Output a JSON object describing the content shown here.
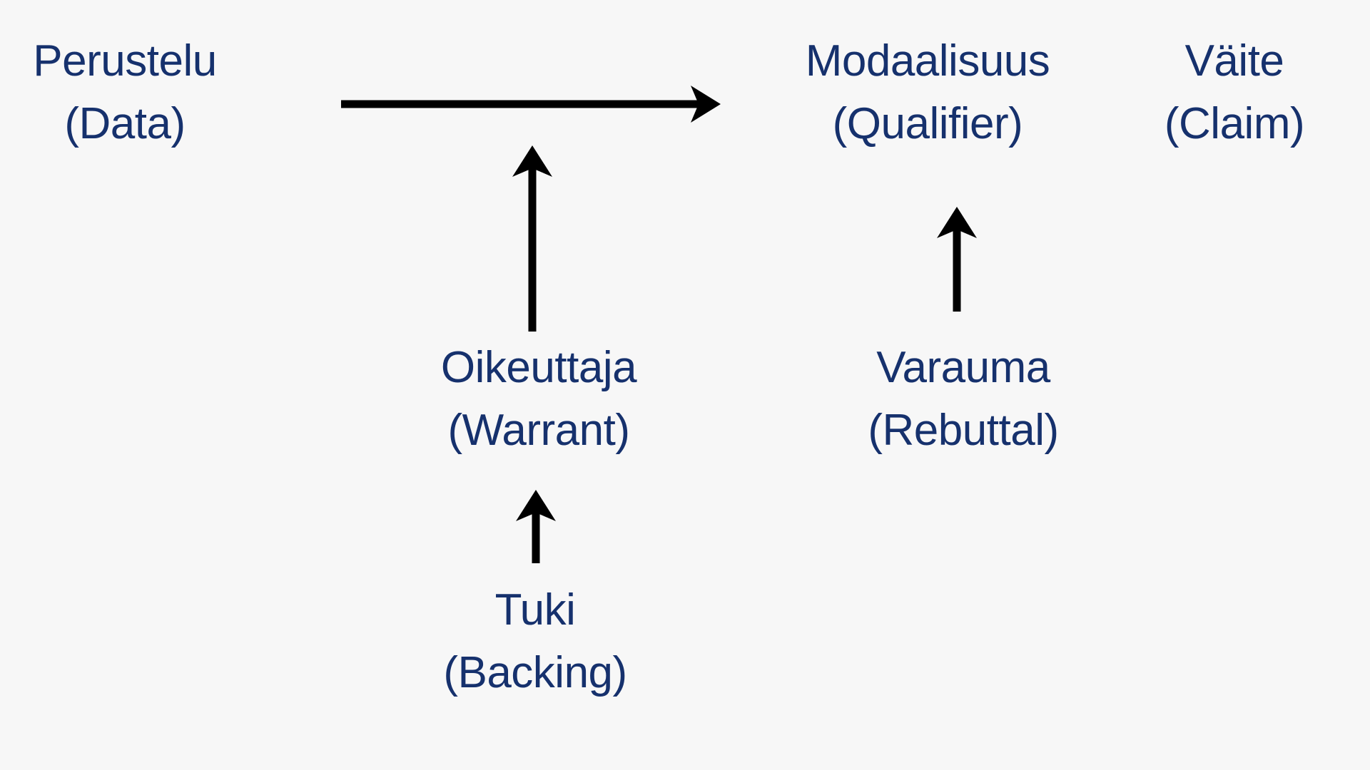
{
  "diagram": {
    "title": "Toulmin argumentation model (Finnish / English)",
    "background_color": "#f7f7f7",
    "text_color": "#16316d",
    "arrow_color": "#000000",
    "nodes": {
      "data": {
        "fi": "Perustelu",
        "en": "(Data)"
      },
      "qualifier": {
        "fi": "Modaalisuus",
        "en": "(Qualifier)"
      },
      "claim": {
        "fi": "Väite",
        "en": "(Claim)"
      },
      "warrant": {
        "fi": "Oikeuttaja",
        "en": "(Warrant)"
      },
      "rebuttal": {
        "fi": "Varauma",
        "en": "(Rebuttal)"
      },
      "backing": {
        "fi": "Tuki",
        "en": "(Backing)"
      }
    },
    "arrows": [
      {
        "name": "data-to-claim-arrow",
        "direction": "right",
        "from": "data",
        "to": "claim"
      },
      {
        "name": "warrant-to-link-arrow",
        "direction": "up",
        "from": "warrant",
        "to": "data-to-claim-arrow"
      },
      {
        "name": "rebuttal-to-qualifier-arrow",
        "direction": "up",
        "from": "rebuttal",
        "to": "qualifier"
      },
      {
        "name": "backing-to-warrant-arrow",
        "direction": "up",
        "from": "backing",
        "to": "warrant"
      }
    ]
  }
}
